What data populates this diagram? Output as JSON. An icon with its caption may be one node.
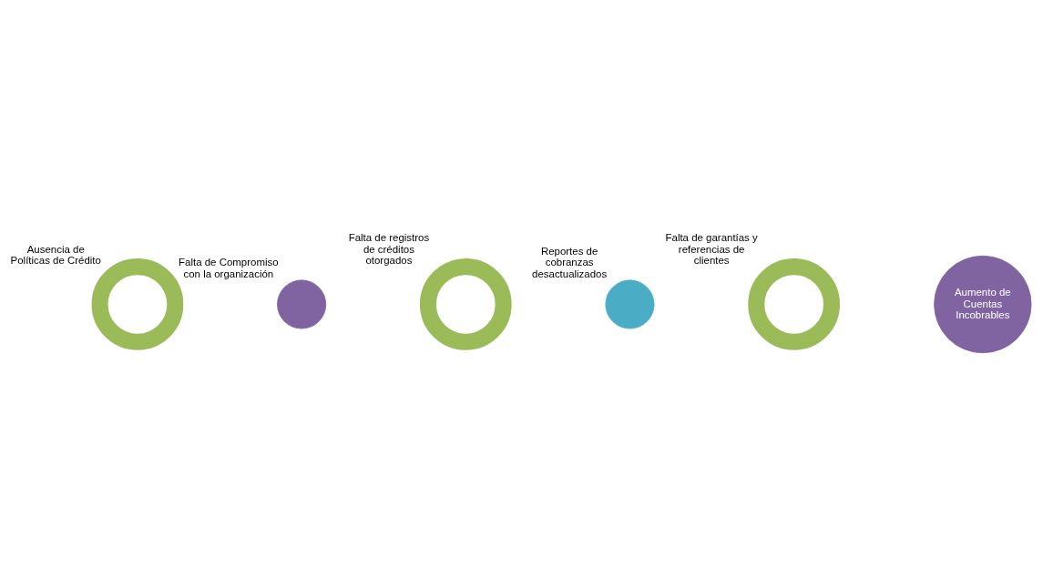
{
  "diagram": {
    "nodes": [
      {
        "text": [],
        "shape": "ring",
        "beside": [
          "Ausencia de Políticas de Crédito"
        ]
      },
      {
        "text": [],
        "shape": "circle",
        "beside": [
          "Falta de Compromiso con la organización"
        ]
      },
      {
        "text": [],
        "shape": "ring",
        "beside": [
          "Falta de registros de créditos otorgados"
        ]
      },
      {
        "text": [],
        "shape": "circle",
        "beside": [
          "Reportes de cobranzas desactualizados"
        ]
      },
      {
        "text": [],
        "shape": "ring",
        "beside": [
          "Falta de garantías y referencias de clientes"
        ]
      },
      {
        "text": [
          "Aumento de Cuentas Incobrables"
        ]
      }
    ]
  }
}
